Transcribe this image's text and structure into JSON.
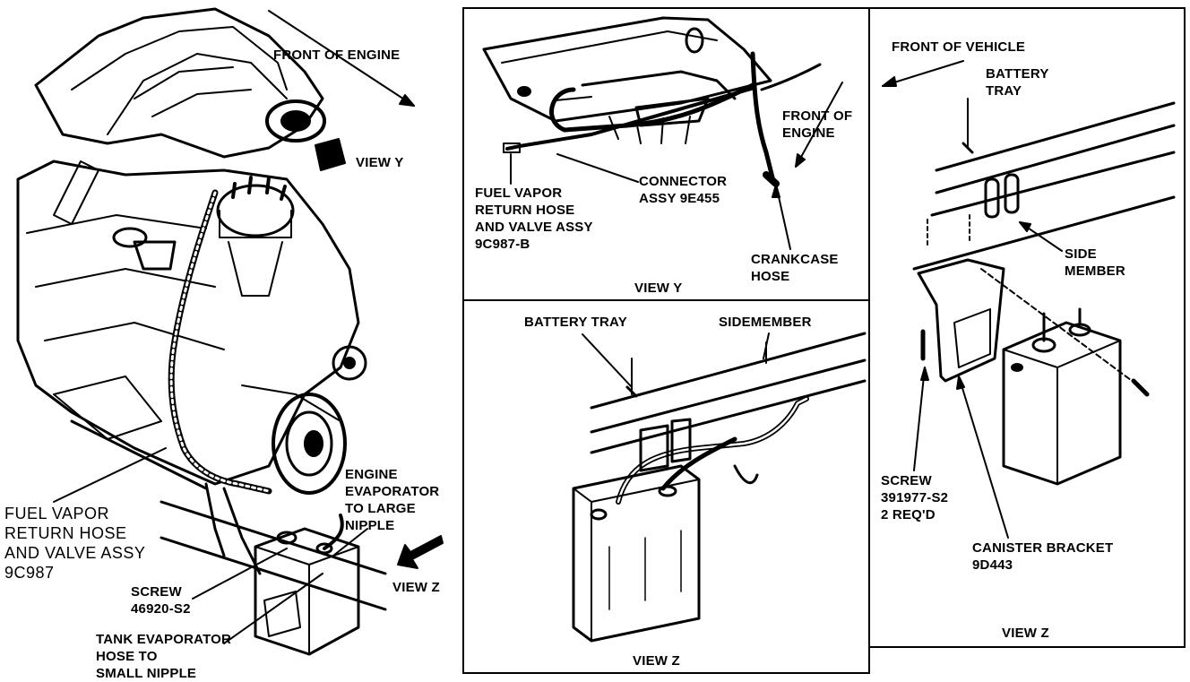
{
  "main_view": {
    "front_of_engine": "FRONT OF ENGINE",
    "view_y_arrow": "VIEW Y",
    "view_z_arrow": "VIEW Z",
    "fuel_vapor_hose": [
      "FUEL VAPOR",
      "RETURN HOSE",
      "AND VALVE ASSY",
      "9C987"
    ],
    "screw": [
      "SCREW",
      "46920-S2"
    ],
    "tank_evaporator": [
      "TANK EVAPORATOR",
      "HOSE TO",
      "SMALL NIPPLE"
    ],
    "engine_evaporator": [
      "ENGINE",
      "EVAPORATOR",
      "TO LARGE",
      "NIPPLE"
    ]
  },
  "view_y_panel": {
    "front_of_engine": [
      "FRONT OF",
      "ENGINE"
    ],
    "connector": [
      "CONNECTOR",
      "ASSY 9E455"
    ],
    "fuel_vapor": [
      "FUEL VAPOR",
      "RETURN HOSE",
      "AND VALVE ASSY",
      "9C987-B"
    ],
    "crankcase": [
      "CRANKCASE",
      "HOSE"
    ],
    "caption": "VIEW Y"
  },
  "view_z_left_panel": {
    "battery_tray": "BATTERY TRAY",
    "sidemember": "SIDEMEMBER",
    "caption": "VIEW Z"
  },
  "view_z_right_panel": {
    "front_of_vehicle": "FRONT OF VEHICLE",
    "battery_tray": [
      "BATTERY",
      "TRAY"
    ],
    "side_member": [
      "SIDE",
      "MEMBER"
    ],
    "screw": [
      "SCREW",
      "391977-S2",
      "2 REQ'D"
    ],
    "canister_bracket": [
      "CANISTER BRACKET",
      "9D443"
    ],
    "caption": "VIEW Z"
  }
}
